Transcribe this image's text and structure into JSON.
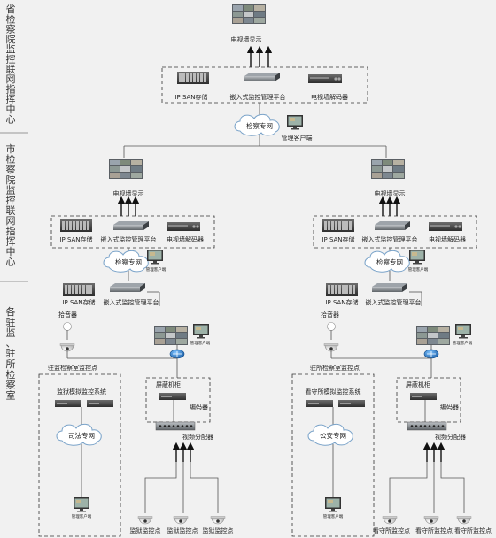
{
  "side_labels": {
    "province": "省检察院监控联网指挥中心",
    "city": "市检察院监控联网指挥中心",
    "stations": "各驻监、驻所检察室"
  },
  "province": {
    "wall_label": "电视墙显示",
    "ipsan": "IP SAN存储",
    "platform": "嵌入式监控管理平台",
    "decoder": "电视墙解码器",
    "network": "检察专网",
    "client": "管理客户端"
  },
  "city_left": {
    "wall_label": "电视墙显示",
    "ipsan": "IP SAN存储",
    "platform": "嵌入式监控管理平台",
    "decoder": "电视墙解码器",
    "network": "检察专网",
    "client": "管理客户端"
  },
  "city_right": {
    "wall_label": "电视墙显示",
    "ipsan": "IP SAN存储",
    "platform": "嵌入式监控管理平台",
    "decoder": "电视墙解码器",
    "network": "检察专网",
    "client": "管理客户端"
  },
  "station_left": {
    "ipsan": "IP SAN存储",
    "platform": "嵌入式监控管理平台",
    "pickup": "拾音器",
    "room_point": "驻监检察室监控点",
    "client": "管理客户端",
    "analog_system": "监狱模拟监控系统",
    "private_net": "司法专网",
    "client2": "管理客户端",
    "cabinet": "屏蔽机柜",
    "encoder": "编码器",
    "splitter": "视频分配器",
    "cam_points": [
      "监狱监控点",
      "监狱监控点",
      "监狱监控点"
    ]
  },
  "station_right": {
    "ipsan": "IP SAN存储",
    "platform": "嵌入式监控管理平台",
    "pickup": "拾音器",
    "room_point": "驻所检察室监控点",
    "client": "管理客户端",
    "analog_system": "看守所模拟监控系统",
    "private_net": "公安专网",
    "client2": "管理客户端",
    "cabinet": "屏蔽机柜",
    "encoder": "编码器",
    "splitter": "视频分配器",
    "cam_points": [
      "看守所监控点",
      "看守所监控点",
      "看守所监控点"
    ]
  }
}
